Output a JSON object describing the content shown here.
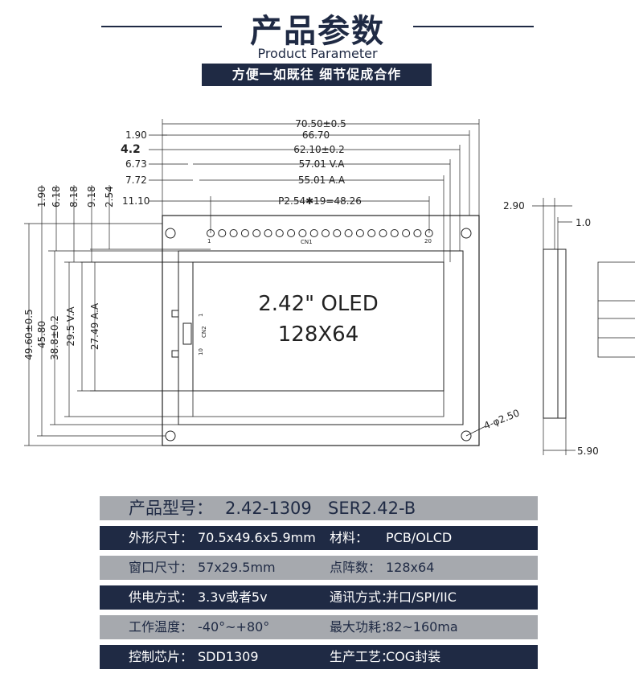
{
  "header": {
    "title": "产品参数",
    "subtitle": "Product Parameter",
    "slogan": "方便一如既往  细节促成合作"
  },
  "drawing": {
    "dim_top": [
      "70.50±0.5",
      "66.70",
      "62.10±0.2",
      "57.01  V.A",
      "55.01  A.A",
      "P2.54✱19=48.26"
    ],
    "dim_left_top": [
      "1.90",
      "4.2",
      "6.73",
      "7.72",
      "11.10"
    ],
    "dim_vertical": [
      "1.90",
      "6.18",
      "8.18",
      "9.18",
      "2.54"
    ],
    "dim_left_side": [
      "49.60±0.5",
      "45.80",
      "38.8±0.2",
      "29.5  V.A",
      "27.49  A.A"
    ],
    "pin_first": "1",
    "pin_last": "20",
    "connector": "CN1",
    "connector2": "CN2",
    "cn2_pin1": "1",
    "cn2_pin10": "10",
    "display_line1": "2.42\" OLED",
    "display_line2": "128X64",
    "hole_label": "4-φ2.50",
    "side_dims": [
      "2.90",
      "1.0",
      "5.90"
    ]
  },
  "specs": [
    {
      "style": "light",
      "model": true,
      "k1": "产品型号：",
      "v1": "2.42-1309",
      "k2": "",
      "v2": "SER2.42-B"
    },
    {
      "style": "dark",
      "k1": "外形尺寸：",
      "v1": "70.5x49.6x5.9mm",
      "k2": "材料：",
      "v2": "PCB/OLCD"
    },
    {
      "style": "light",
      "k1": "窗口尺寸：",
      "v1": "57x29.5mm",
      "k2": "点阵数：",
      "v2": "128x64"
    },
    {
      "style": "dark",
      "k1": "供电方式：",
      "v1": "3.3v或者5v",
      "k2": "通讯方式：",
      "v2": "并口/SPI/IIC"
    },
    {
      "style": "light",
      "k1": "工作温度：",
      "v1": "-40°~+80°",
      "k2": "最大功耗：",
      "v2": "82~160ma"
    },
    {
      "style": "dark",
      "k1": "控制芯片：",
      "v1": "SDD1309",
      "k2": "生产工艺：",
      "v2": "COG封装"
    }
  ]
}
